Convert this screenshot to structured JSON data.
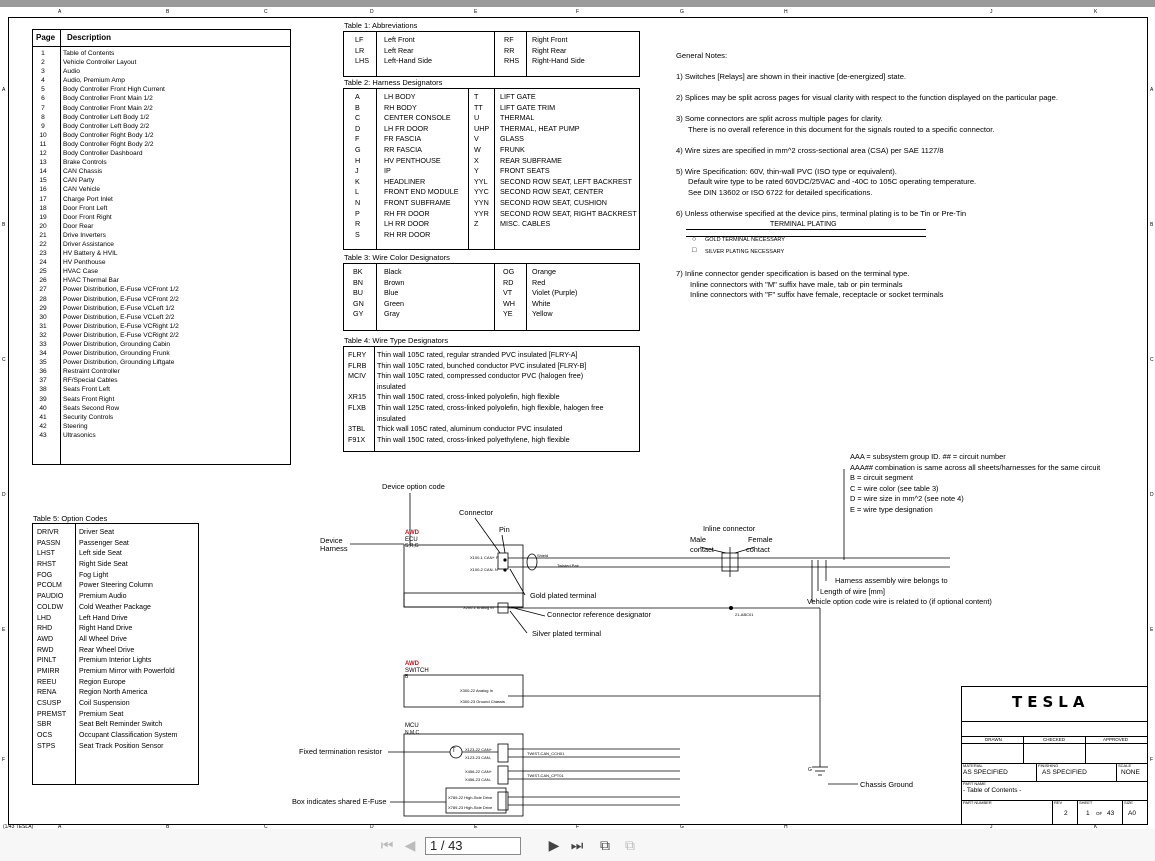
{
  "ruler": {
    "cols": [
      "A",
      "B",
      "C",
      "D",
      "E",
      "F",
      "G",
      "H",
      "J",
      "K"
    ],
    "rows": [
      "A",
      "B",
      "C",
      "D",
      "E",
      "F"
    ]
  },
  "page_table": {
    "header_page": "Page",
    "header_desc": "Description",
    "rows": [
      [
        "1",
        "Table of Contents"
      ],
      [
        "2",
        "Vehicle Controller Layout"
      ],
      [
        "3",
        "Audio"
      ],
      [
        "4",
        "Audio, Premium Amp"
      ],
      [
        "5",
        "Body Controller Front High Current"
      ],
      [
        "6",
        "Body Controller Front Main 1/2"
      ],
      [
        "7",
        "Body Controller Front Main 2/2"
      ],
      [
        "8",
        "Body Controller Left Body 1/2"
      ],
      [
        "9",
        "Body Controller Left Body 2/2"
      ],
      [
        "10",
        "Body Controller Right Body 1/2"
      ],
      [
        "11",
        "Body Controller Right Body 2/2"
      ],
      [
        "12",
        "Body Controller Dashboard"
      ],
      [
        "13",
        "Brake Controls"
      ],
      [
        "14",
        "CAN Chassis"
      ],
      [
        "15",
        "CAN Party"
      ],
      [
        "16",
        "CAN Vehicle"
      ],
      [
        "17",
        "Charge Port Inlet"
      ],
      [
        "18",
        "Door Front Left"
      ],
      [
        "19",
        "Door Front Right"
      ],
      [
        "20",
        "Door Rear"
      ],
      [
        "21",
        "Drive Inverters"
      ],
      [
        "22",
        "Driver Assistance"
      ],
      [
        "23",
        "HV Battery & HVIL"
      ],
      [
        "24",
        "HV Penthouse"
      ],
      [
        "25",
        "HVAC Case"
      ],
      [
        "26",
        "HVAC Thermal Bar"
      ],
      [
        "27",
        "Power Distribution, E-Fuse VCFront 1/2"
      ],
      [
        "28",
        "Power Distribution, E-Fuse VCFront 2/2"
      ],
      [
        "29",
        "Power Distribution, E-Fuse VCLeft 1/2"
      ],
      [
        "30",
        "Power Distribution, E-Fuse VCLeft 2/2"
      ],
      [
        "31",
        "Power Distribution, E-Fuse VCRight 1/2"
      ],
      [
        "32",
        "Power Distribution, E-Fuse VCRight 2/2"
      ],
      [
        "33",
        "Power Distribution, Grounding Cabin"
      ],
      [
        "34",
        "Power Distribution, Grounding Frunk"
      ],
      [
        "35",
        "Power Distribution, Grounding Liftgate"
      ],
      [
        "36",
        "Restraint Controller"
      ],
      [
        "37",
        "RF/Special Cables"
      ],
      [
        "38",
        "Seats Front Left"
      ],
      [
        "39",
        "Seats Front Right"
      ],
      [
        "40",
        "Seats Second Row"
      ],
      [
        "41",
        "Security Controls"
      ],
      [
        "42",
        "Steering"
      ],
      [
        "43",
        "Ultrasonics"
      ]
    ]
  },
  "option_table": {
    "title": "Table 5: Option Codes",
    "rows": [
      [
        "DRIVR",
        "Driver Seat"
      ],
      [
        "PASSN",
        "Passenger Seat"
      ],
      [
        "LHST",
        "Left side Seat"
      ],
      [
        "RHST",
        "Right Side Seat"
      ],
      [
        "FOG",
        "Fog Light"
      ],
      [
        "PCOLM",
        "Power Steering Column"
      ],
      [
        "PAUDIO",
        "Premium Audio"
      ],
      [
        "COLDW",
        "Cold Weather Package"
      ],
      [
        "LHD",
        "Left Hand Drive"
      ],
      [
        "RHD",
        "Right Hand Drive"
      ],
      [
        "AWD",
        "All Wheel Drive"
      ],
      [
        "RWD",
        "Rear Wheel Drive"
      ],
      [
        "PINLT",
        "Premium Interior Lights"
      ],
      [
        "PMIRR",
        "Premium Mirror with Powerfold"
      ],
      [
        "REEU",
        "Region Europe"
      ],
      [
        "RENA",
        "Region North America"
      ],
      [
        "CSUSP",
        "Coil Suspension"
      ],
      [
        "PREMST",
        "Premium Seat"
      ],
      [
        "SBR",
        "Seat Belt Reminder Switch"
      ],
      [
        "OCS",
        "Occupant Classification System"
      ],
      [
        "STPS",
        "Seat Track Position Sensor"
      ]
    ]
  },
  "table1": {
    "title": "Table 1: Abbreviations",
    "rows": [
      [
        "LF",
        "Left Front",
        "RF",
        "Right Front"
      ],
      [
        "LR",
        "Left Rear",
        "RR",
        "Right Rear"
      ],
      [
        "LHS",
        "Left-Hand Side",
        "RHS",
        "Right-Hand Side"
      ]
    ]
  },
  "table2": {
    "title": "Table 2: Harness Designators",
    "rows": [
      [
        "A",
        "LH BODY",
        "T",
        "LIFT GATE"
      ],
      [
        "B",
        "RH BODY",
        "TT",
        "LIFT GATE TRIM"
      ],
      [
        "C",
        "CENTER CONSOLE",
        "U",
        "THERMAL"
      ],
      [
        "D",
        "LH FR DOOR",
        "UHP",
        "THERMAL, HEAT PUMP"
      ],
      [
        "F",
        "FR FASCIA",
        "V",
        "GLASS"
      ],
      [
        "G",
        "RR FASCIA",
        "W",
        "FRUNK"
      ],
      [
        "H",
        "HV PENTHOUSE",
        "X",
        "REAR SUBFRAME"
      ],
      [
        "J",
        "IP",
        "Y",
        "FRONT SEATS"
      ],
      [
        "K",
        "HEADLINER",
        "YYL",
        "SECOND ROW SEAT, LEFT BACKREST"
      ],
      [
        "L",
        "FRONT END MODULE",
        "YYC",
        "SECOND ROW SEAT, CENTER"
      ],
      [
        "N",
        "FRONT SUBFRAME",
        "YYN",
        "SECOND ROW SEAT, CUSHION"
      ],
      [
        "P",
        "RH FR DOOR",
        "YYR",
        "SECOND ROW SEAT, RIGHT BACKREST"
      ],
      [
        "R",
        "LH RR DOOR",
        "Z",
        "MISC. CABLES"
      ],
      [
        "S",
        "RH RR DOOR",
        "",
        ""
      ]
    ]
  },
  "table3": {
    "title": "Table 3: Wire Color Designators",
    "rows": [
      [
        "BK",
        "Black",
        "OG",
        "Orange"
      ],
      [
        "BN",
        "Brown",
        "RD",
        "Red"
      ],
      [
        "BU",
        "Blue",
        "VT",
        "Violet (Purple)"
      ],
      [
        "GN",
        "Green",
        "WH",
        "White"
      ],
      [
        "GY",
        "Gray",
        "YE",
        "Yellow"
      ]
    ]
  },
  "table4": {
    "title": "Table 4: Wire Type Designators",
    "rows": [
      [
        "FLRY",
        "Thin wall 105C rated, regular stranded PVC insulated [FLRY-A]",
        ""
      ],
      [
        "FLRB",
        "Thin wall 105C rated, bunched conductor PVC insulated [FLRY-B]",
        ""
      ],
      [
        "MCIV",
        "Thin wall 105C rated, compressed conductor PVC (halogen free)",
        "insulated"
      ],
      [
        "XR15",
        "Thin wall 150C rated, cross-linked polyolefin, high flexible",
        ""
      ],
      [
        "FLXB",
        "Thin wall 125C rated, cross-linked polyolefin, high flexible, halogen free",
        "insulated"
      ],
      [
        "3TBL",
        "Thick wall 105C rated, aluminum conductor PVC insulated",
        ""
      ],
      [
        "F91X",
        "Thin wall 150C rated, cross-linked polyethylene, high flexible",
        ""
      ]
    ]
  },
  "notes": {
    "heading": "General Notes:",
    "n1": "1) Switches [Relays] are shown in their inactive [de-energized] state.",
    "n2": "2) Splices may be split across pages for visual clarity with respect to the function displayed on the particular page.",
    "n3a": "3) Some connectors are split across multiple pages for clarity.",
    "n3b": "There is no overall reference in this document for the signals routed to a specific connector.",
    "n4": "4) Wire sizes are specified in mm^2 cross-sectional area (CSA) per SAE 1127/8",
    "n5a": "5) Wire Specification: 60V, thin-wall PVC (ISO type or equivalent).",
    "n5b": "Default wire type to be rated 60VDC/25VAC and -40C to 105C operating temperature.",
    "n5c": "See DIN 13602 or ISO 6722 for detailed specifications.",
    "n6": "6) Unless otherwise specified at the device pins, terminal plating is to be Tin or Pre-Tin",
    "plating_title": "TERMINAL PLATING",
    "plating_gold": "GOLD TERMINAL NECESSARY",
    "plating_silver": "SILVER PLATING NECESSARY",
    "n7a": "7) Inline connector gender specification is based on the terminal type.",
    "n7b": "Inline connectors with \"M\" suffix have male, tab or pin terminals",
    "n7c": "Inline connectors with \"F\" suffix have female, receptacle or socket terminals"
  },
  "code_legend": {
    "l1": "AAA = subsystem group ID. ## = circuit number",
    "l2": "AAA## combination is same across all sheets/harnesses for the same circuit",
    "l3": "B = circuit segment",
    "l4": "C = wire color (see table 3)",
    "l5": "D = wire size in mm^2 (see note 4)",
    "l6": "E = wire type designation"
  },
  "diagram": {
    "device_option_code": "Device option code",
    "connector": "Connector",
    "pin": "Pin",
    "device": "Device",
    "harness": "Harness",
    "awd": "AWD",
    "ecu": "ECU",
    "ecu_harness": "S,R,G",
    "inline_connector": "Inline connector",
    "male": "Male",
    "contact_m": "contact",
    "female": "Female",
    "contact_f": "contact",
    "harness_assembly": "Harness assembly wire belongs to",
    "length_of_wire": "Length of wire [mm]",
    "vehicle_option": "Vehicle option code wire is related to (if optional content)",
    "gold_terminal": "Gold plated terminal",
    "connector_ref": "Connector reference designator",
    "silver_terminal": "Silver plated terminal",
    "awd2": "AWD",
    "switch": "SWITCH",
    "switch_harness": "B",
    "mcu": "MCU",
    "mcu_harness": "N,M,C",
    "fixed_term": "Fixed termination resistor",
    "shared_efuse": "Box indicates shared E-Fuse",
    "chassis_ground": "Chassis Ground",
    "ecu_pin1": "X100-1 CAN+ P",
    "ecu_pin2": "X100-2 CAN- N",
    "ecu_pin3": "X200-1 Analog In",
    "shield": "Shield",
    "twisted": "Twisted Pair",
    "ref21": "21-ABC01",
    "sw_pin1": "X300-22 Analog In",
    "sw_pin2": "X300-23 Ground Chassis",
    "mcu_p1": "X123-22 CAN+",
    "mcu_p2": "X123-23 CAN-",
    "mcu_p3": "X456-22 CAN+",
    "mcu_p4": "X456-23 CAN-",
    "mcu_p5": "X789-22 High-Side Drive",
    "mcu_p6": "X789-23 High-Side Drive",
    "tw1": "TWIST-CAN_CCH01",
    "tw2": "TWIST-CAN_CPT01",
    "ground_sym": "G"
  },
  "title_block": {
    "logo": "TESLA",
    "drawn": "DRAWN",
    "checked": "CHECKED",
    "approved": "APPROVED",
    "material_lbl": "MATERIAL",
    "material": "AS SPECIFIED",
    "finishing_lbl": "FINISHING",
    "finishing": "AS SPECIFIED",
    "scale_lbl": "SCALE",
    "scale": "NONE",
    "part_name_lbl": "PART NAME",
    "part_name": "- Table of Contents -",
    "part_number_lbl": "PART NUMBER",
    "rev_lbl": "REV",
    "rev": "2",
    "sheet_lbl": "SHEET",
    "sheet": "1",
    "of": "OF",
    "total": "43",
    "size_lbl": "SIZE",
    "size": "A0"
  },
  "footer_left": "(1/43 TESLA)",
  "viewer": {
    "page_indicator": "1 / 43"
  }
}
